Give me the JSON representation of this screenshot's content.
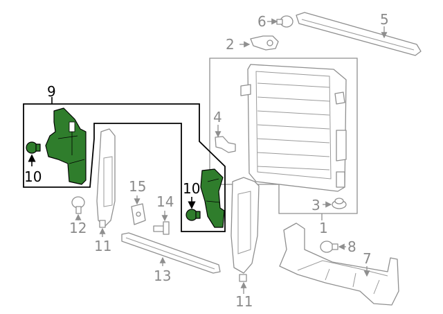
{
  "diagram": {
    "highlight_color": "#2f7d2c",
    "callouts": [
      {
        "id": "c1",
        "label": "1",
        "bold": false
      },
      {
        "id": "c2",
        "label": "2",
        "bold": false
      },
      {
        "id": "c3",
        "label": "3",
        "bold": false
      },
      {
        "id": "c4",
        "label": "4",
        "bold": false
      },
      {
        "id": "c5",
        "label": "5",
        "bold": false
      },
      {
        "id": "c6",
        "label": "6",
        "bold": false
      },
      {
        "id": "c7",
        "label": "7",
        "bold": false
      },
      {
        "id": "c8",
        "label": "8",
        "bold": false
      },
      {
        "id": "c9",
        "label": "9",
        "bold": true
      },
      {
        "id": "c10a",
        "label": "10",
        "bold": true
      },
      {
        "id": "c10b",
        "label": "10",
        "bold": true
      },
      {
        "id": "c11a",
        "label": "11",
        "bold": false
      },
      {
        "id": "c11b",
        "label": "11",
        "bold": false
      },
      {
        "id": "c12",
        "label": "12",
        "bold": false
      },
      {
        "id": "c13",
        "label": "13",
        "bold": false
      },
      {
        "id": "c14",
        "label": "14",
        "bold": false
      },
      {
        "id": "c15",
        "label": "15",
        "bold": false
      }
    ]
  }
}
